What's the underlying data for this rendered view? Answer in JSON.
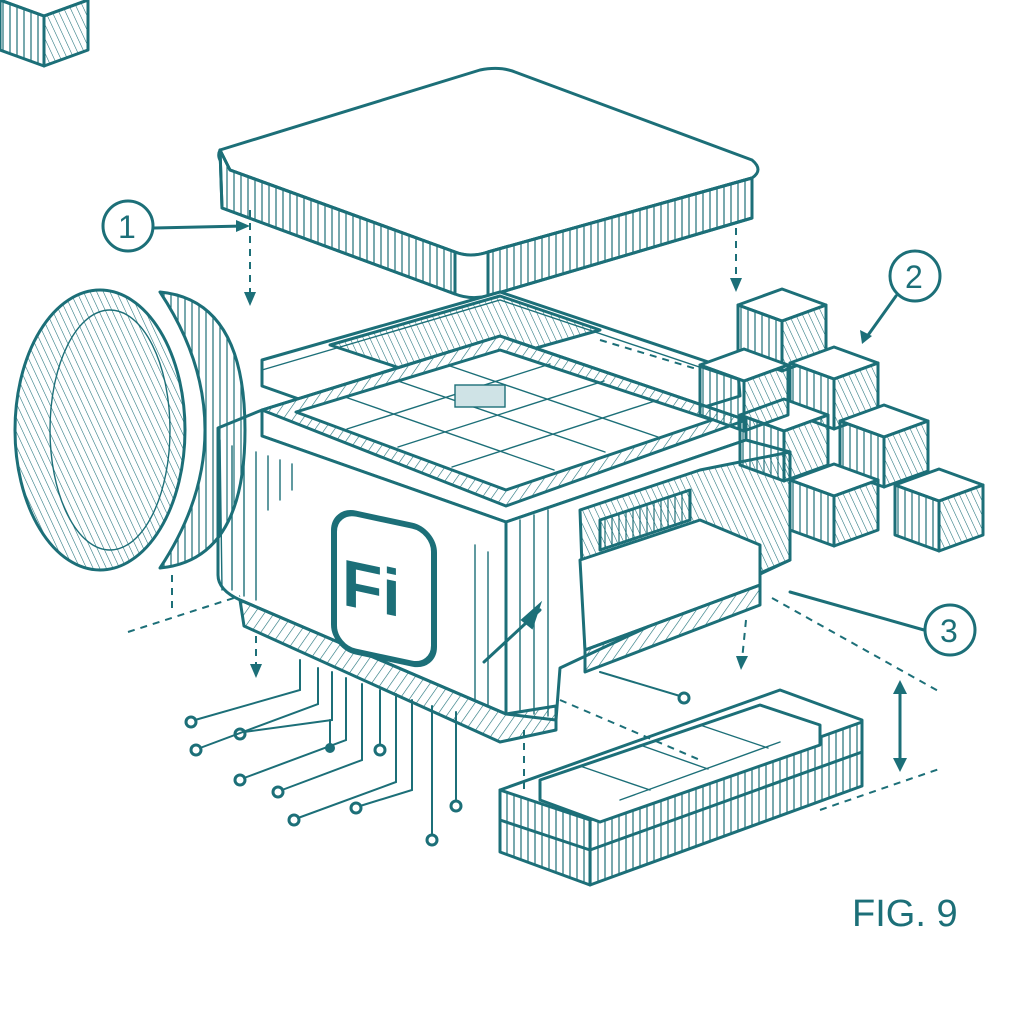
{
  "figure": {
    "caption": "FIG. 9",
    "callouts": [
      "1",
      "2",
      "3"
    ],
    "logo_text": "Fi"
  },
  "colors": {
    "ink": "#1c6f78",
    "background": "#ffffff"
  },
  "icons": [
    "logo-icon",
    "arrow-icon"
  ]
}
